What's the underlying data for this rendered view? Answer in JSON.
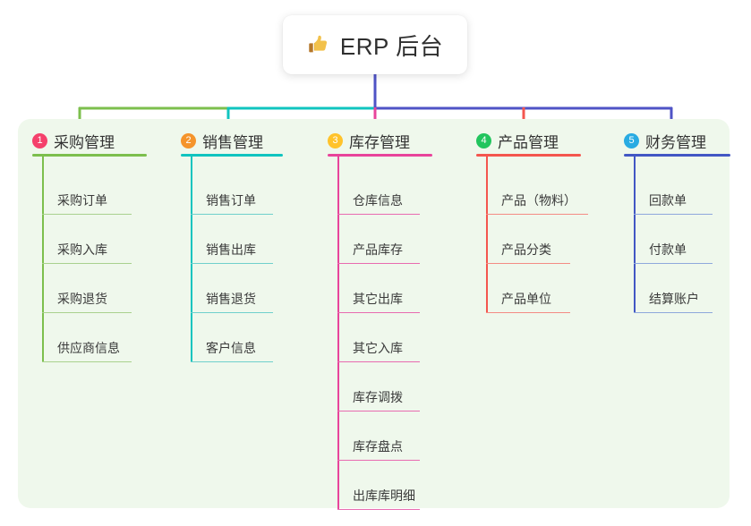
{
  "root": {
    "icon": "thumbs-up-icon",
    "title": "ERP 后台"
  },
  "colors": {
    "panel_background": "#EFF8EC",
    "page_background": "#FFFFFF",
    "connector_green": "#7CBF4D",
    "connector_teal": "#10C4BF",
    "connector_blue": "#4F53C6",
    "text": "#333333"
  },
  "columns": [
    {
      "number": "1",
      "title": "采购管理",
      "badge_color": "#F5416C",
      "accent_color": "#7CBF4D",
      "leaf_color": "#A9D18E",
      "items": [
        {
          "label": "采购订单"
        },
        {
          "label": "采购入库"
        },
        {
          "label": "采购退货"
        },
        {
          "label": "供应商信息"
        }
      ]
    },
    {
      "number": "2",
      "title": "销售管理",
      "badge_color": "#F5942B",
      "accent_color": "#10C4BF",
      "leaf_color": "#6FD0CC",
      "items": [
        {
          "label": "销售订单"
        },
        {
          "label": "销售出库"
        },
        {
          "label": "销售退货"
        },
        {
          "label": "客户信息"
        }
      ]
    },
    {
      "number": "3",
      "title": "库存管理",
      "badge_color": "#FFC32B",
      "accent_color": "#E8449B",
      "leaf_color": "#E86BB0",
      "items": [
        {
          "label": "仓库信息"
        },
        {
          "label": "产品库存"
        },
        {
          "label": "其它出库"
        },
        {
          "label": "其它入库"
        },
        {
          "label": "库存调拨"
        },
        {
          "label": "库存盘点"
        },
        {
          "label": "出库库明细"
        }
      ]
    },
    {
      "number": "4",
      "title": "产品管理",
      "badge_color": "#22C55E",
      "accent_color": "#F4564E",
      "leaf_color": "#F48B84",
      "items": [
        {
          "label": "产品（物料）"
        },
        {
          "label": "产品分类"
        },
        {
          "label": "产品单位"
        }
      ]
    },
    {
      "number": "5",
      "title": "财务管理",
      "badge_color": "#29ABE2",
      "accent_color": "#4257C4",
      "leaf_color": "#8FA8DC",
      "items": [
        {
          "label": "回款单"
        },
        {
          "label": "付款单"
        },
        {
          "label": "结算账户"
        }
      ]
    }
  ]
}
